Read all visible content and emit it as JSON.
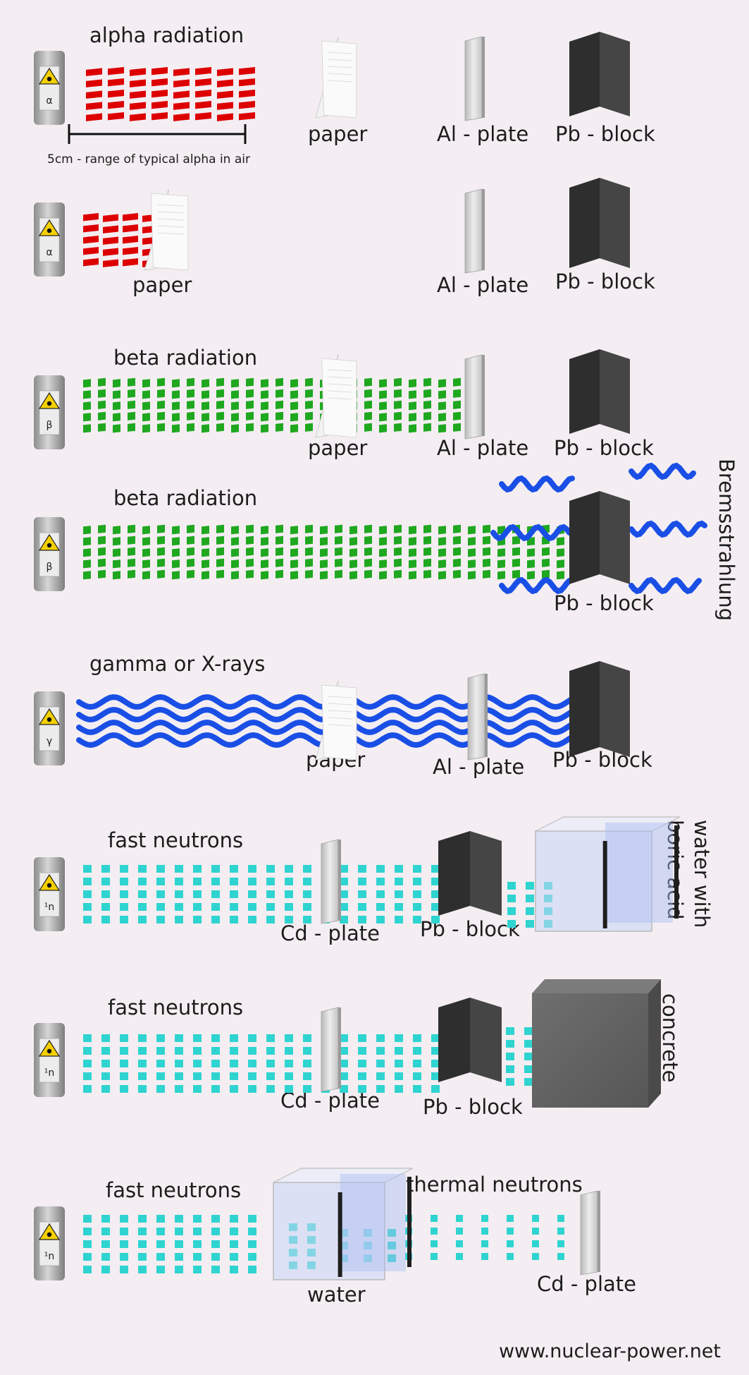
{
  "rows": [
    {
      "title": "alpha radiation",
      "source_symbol": "α",
      "range_label": "5cm - range of typical alpha in air",
      "paper": "paper",
      "al": "Al - plate",
      "pb": "Pb - block"
    },
    {
      "source_symbol": "α",
      "paper": "paper",
      "al": "Al - plate",
      "pb": "Pb - block"
    },
    {
      "title": "beta radiation",
      "source_symbol": "β",
      "paper": "paper",
      "al": "Al - plate",
      "pb": "Pb - block"
    },
    {
      "title": "beta radiation",
      "source_symbol": "β",
      "pb": "Pb - block",
      "side": "Bremsstrahlung"
    },
    {
      "title": "gamma or X-rays",
      "source_symbol": "γ",
      "paper": "paper",
      "al": "Al - plate",
      "pb": "Pb - block"
    },
    {
      "title": "fast neutrons",
      "source_symbol": "¹n",
      "cd": "Cd - plate",
      "pb": "Pb - block",
      "side_lines": [
        "water with",
        "boric acid"
      ]
    },
    {
      "title": "fast neutrons",
      "source_symbol": "¹n",
      "cd": "Cd - plate",
      "pb": "Pb - block",
      "side": "concrete"
    },
    {
      "title": "fast neutrons",
      "source_symbol": "¹n",
      "water": "water",
      "thermal": "thermal neutrons",
      "cd": "Cd - plate"
    }
  ],
  "website": "www.nuclear-power.net",
  "colors": {
    "alpha": "#dd0000",
    "beta": "#1fa81f",
    "gamma": "#1a4fe6",
    "neutron": "#2fd4d0",
    "lead": "#3a3a3a",
    "background": "#f4eef2"
  },
  "icons": {
    "source": "radiation-trefoil-icon",
    "lead": "lead-block-icon",
    "plate": "metal-plate-icon",
    "paper": "paper-sheet-icon",
    "tank": "water-tank-icon",
    "concrete": "concrete-block-icon"
  }
}
